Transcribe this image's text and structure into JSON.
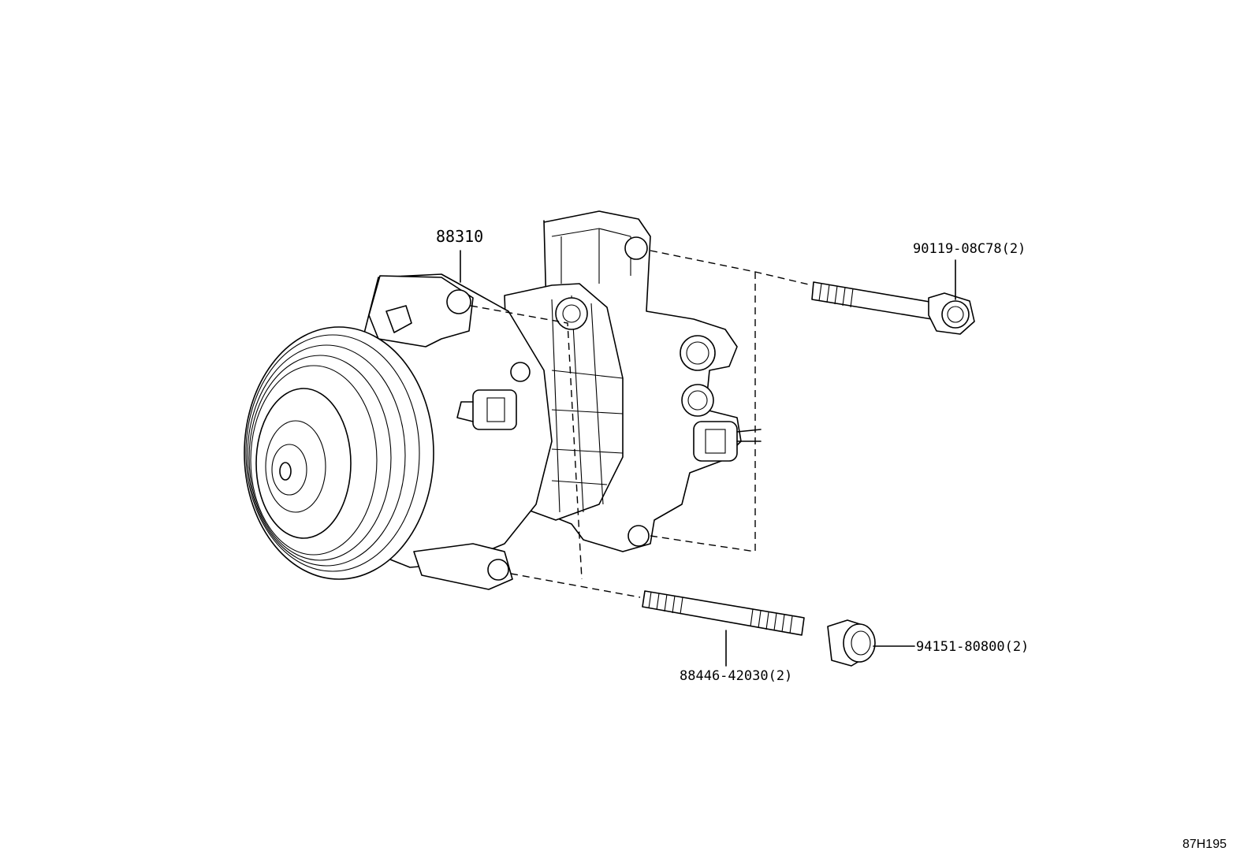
{
  "parts": {
    "compressor": "88310",
    "bolt": "90119-08C78(2)",
    "stud": "88446-42030(2)",
    "nut": "94151-80800(2)"
  },
  "illustration_code": "87H195"
}
